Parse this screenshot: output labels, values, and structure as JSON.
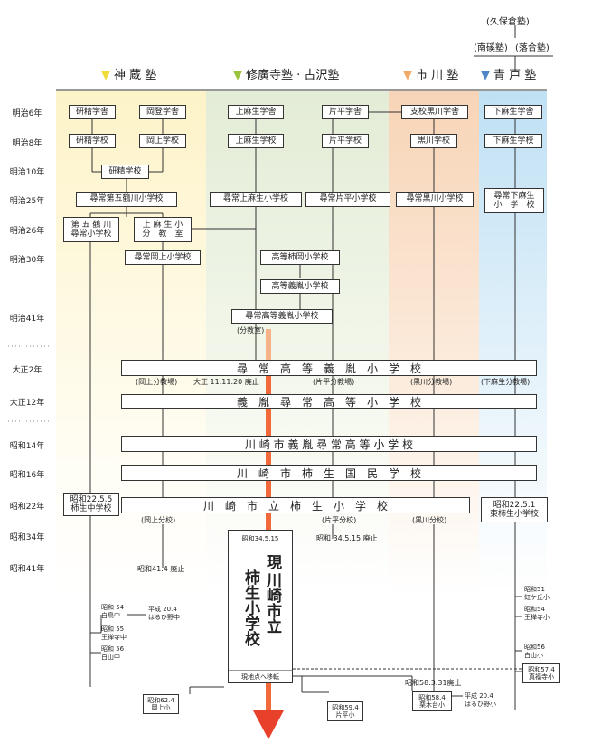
{
  "top": {
    "kubokura": "(久保倉塾)",
    "nankei": "(南磎塾)",
    "ochiai": "(落合塾)"
  },
  "columns": [
    {
      "name": "神 蔵 塾",
      "tri": "▼",
      "color": "#f2dc3a"
    },
    {
      "name": "修廣寺塾 · 古沢塾",
      "tri": "▼",
      "color": "#9ac43e"
    },
    {
      "name": "市 川 塾",
      "tri": "▼",
      "color": "#f2a866"
    },
    {
      "name": "青 戸 塾",
      "tri": "▼",
      "color": "#4e86c8"
    }
  ],
  "years": [
    "明治6年",
    "明治8年",
    "明治10年",
    "明治25年",
    "明治26年",
    "明治30年",
    "明治41年",
    "大正2年",
    "大正12年",
    "昭和14年",
    "昭和16年",
    "昭和22年",
    "昭和34年",
    "昭和41年"
  ],
  "boxes": {
    "kensei_gakusha": "研精学舎",
    "kento_gakusha": "岡登学舎",
    "kamiasao_gakusha": "上麻生学舎",
    "katahira_gakusha": "片平学舎",
    "shiko_kurokawa_gakusha": "支校黒川学舎",
    "shimoasao_gakusha": "下麻生学舎",
    "kensei_gakko": "研精学校",
    "okagami_gakko": "岡上学校",
    "kamiasao_gakko": "上麻生学校",
    "katahira_gakko": "片平学校",
    "kurokawa_gakko": "黒川学校",
    "shimoasao_gakko": "下麻生学校",
    "kensei_gakko2": "研精学校",
    "jinjo_dai5": "尋常第五鶴川小学校",
    "jinjo_kamiasao": "尋常上麻生小学校",
    "jinjo_katahira": "尋常片平小学校",
    "jinjo_kurokawa": "尋常黒川小学校",
    "jinjo_shimoasao": "尋常下麻生\n小　学　校",
    "dai5_jinjo": "第 五 鶴 川\n尋常小学校",
    "kamiasao_bunkyo": "上 麻 生 小\n分　教　室",
    "jinjo_okagami": "尋常岡上小学校",
    "koto_kakio": "高等柿岡小学校",
    "koto_giko": "高等義胤小学校",
    "jinjo_koto_giko": "尋常高等義胤小学校",
    "s22_kakio_chu": "昭和22.5.5\n柿生中学校",
    "s22_higashi_kakio": "昭和22.5.1\n東柿生小学校",
    "s62_okagami": "昭和62.4\n岡上小",
    "s59_katahira": "昭和59.4\n片平小",
    "s58_kurikidai": "昭和58.4\n栗木台小"
  },
  "wide": {
    "taisho2": "尋　常　高　等　義　胤　小　学　校",
    "taisho12": "義　胤　尋　常　高　等　小　学　校",
    "showa14": "川 崎 市 義 胤 尋 常 高 等 小 学 校",
    "showa16": "川　崎　市　柿　生　国　民　学　校",
    "showa22": "川　崎　市　立　柿　生　小　学　校"
  },
  "current": {
    "date": "昭和34.5.15",
    "title_a": "現",
    "title_b": "川\n崎\n市\n立",
    "title_c": "柿\n生\n小\n学\n校",
    "move": "現地点へ移転"
  },
  "labels": {
    "bunkyoshitsu": "(分教室)",
    "okagami_bunkyo": "(岡上分教場)",
    "taisho_haishi": "大正 11.11.20 廃止",
    "katahira_bunkyo": "(片平分教場)",
    "kurokawa_bunkyo": "(黒川分教場)",
    "shimoasao_bunkyo": "(下麻生分教場)",
    "okagami_bunko": "(岡上分校)",
    "katahira_bunko": "(片平分校)",
    "kurokawa_bunko": "(黒川分校)",
    "s34_haishi": "昭和 34.5.15 廃止",
    "s41_haishi": "昭和41.4 廃止",
    "s58_haishi": "昭和58.3.31廃止"
  },
  "smalls": {
    "hakucho": "昭和 54\n白鳥中",
    "h20_haruhino": "平成 20.4\nはるひ野中",
    "outoji_chu": "昭和 55\n王禅寺中",
    "hakusan_chu": "昭和 56\n白山中",
    "nijigaoka": "昭和51\n虹ケ丘小",
    "outoji_sho": "昭和54\n王禅寺小",
    "hakusan_sho": "昭和56\n白山小",
    "makoto": "昭和57.4\n真福寺小",
    "h20_haruhino_sho": "平成 20.4\nはるひ野小"
  }
}
